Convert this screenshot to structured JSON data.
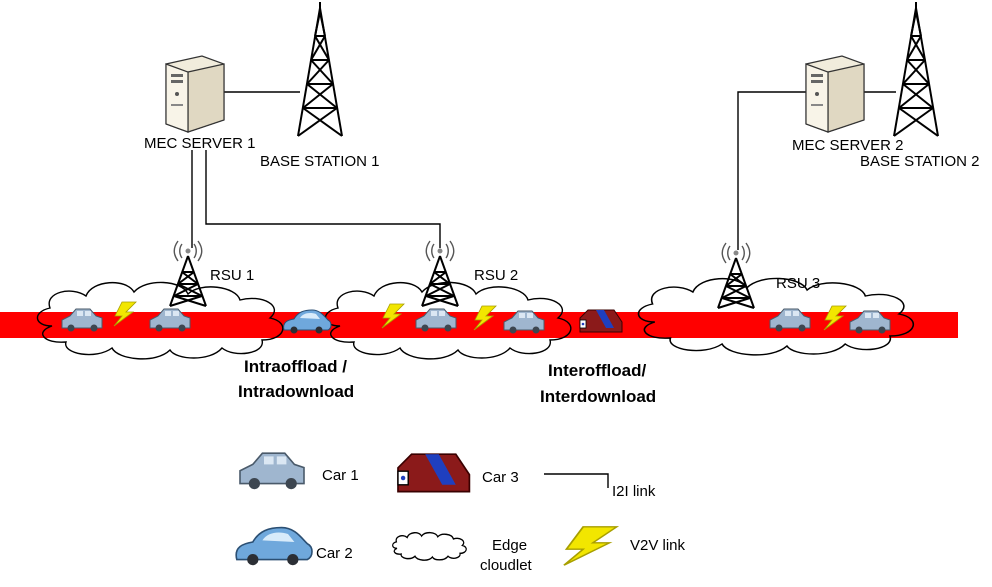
{
  "nodes": {
    "mec_server_1": "MEC SERVER 1",
    "base_station_1": "BASE STATION 1",
    "mec_server_2": "MEC SERVER 2",
    "base_station_2": "BASE STATION 2",
    "rsu_1": "RSU 1",
    "rsu_2": "RSU 2",
    "rsu_3": "RSU 3"
  },
  "annotations": {
    "intra_line1": "Intraoffload /",
    "intra_line2": "Intradownload",
    "inter_line1": "Interoffload/",
    "inter_line2": "Interdownload"
  },
  "legend": {
    "car1": "Car 1",
    "car2": "Car 2",
    "car3": "Car 3",
    "i2i": "I2I link",
    "edge_line1": "Edge",
    "edge_line2": "cloudlet",
    "v2v": "V2V link"
  },
  "colors": {
    "road": "#ff0000",
    "car1": "#9fb6cf",
    "car2": "#6fa8dc",
    "car3_body": "#8b1a1a",
    "car3_stripe": "#1f3fbf",
    "lightning": "#f2e600",
    "line": "#000000"
  }
}
